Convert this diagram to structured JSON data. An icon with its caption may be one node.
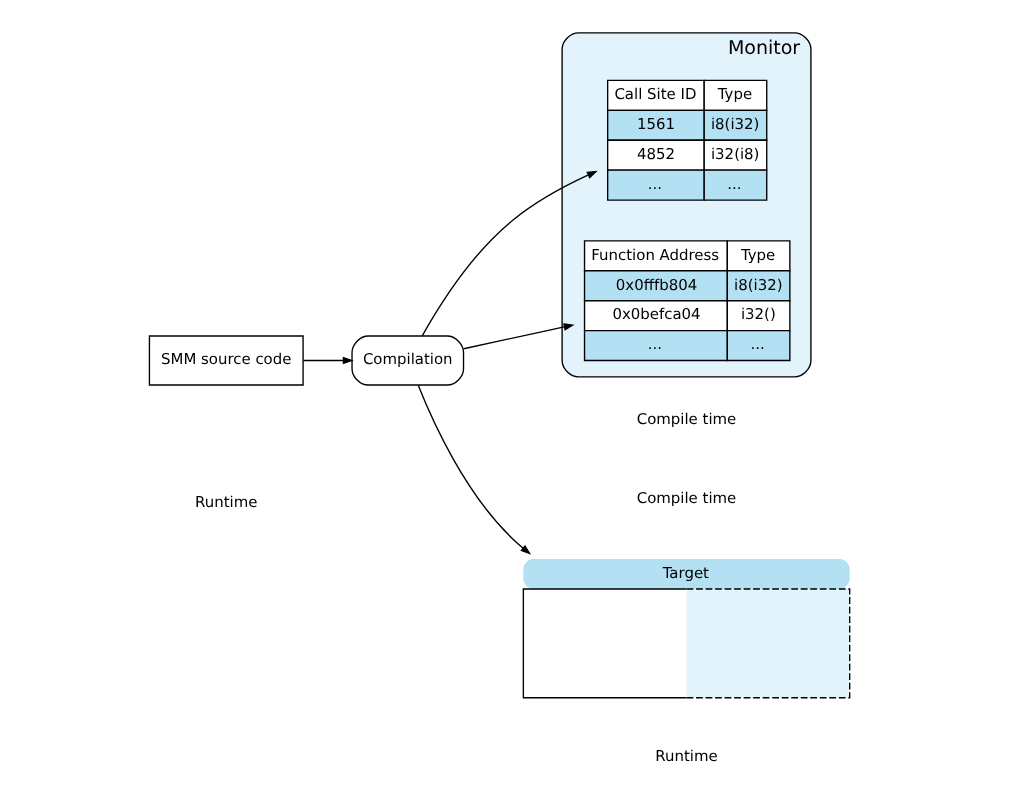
{
  "diagram": {
    "nodes": [
      {
        "text": [
          "SMM source code"
        ]
      },
      {
        "text": [
          "Compilation"
        ]
      },
      {
        "text": [
          "Target"
        ]
      },
      {
        "text": [
          "Monitor"
        ]
      },
      {
        "text": [
          "Call Site ID",
          "Type",
          "1561",
          "i8(i32)",
          "4852",
          "i32(i8)",
          "...",
          "..."
        ],
        "in": 3
      },
      {
        "text": [
          "Function Address",
          "Type",
          "0x0fffb804",
          "i8(i32)",
          "0x0befca04",
          "i32()",
          "...",
          "..."
        ],
        "in": 3
      }
    ],
    "edges": [
      {
        "from": 0,
        "to": 1,
        "arrow": "to"
      },
      {
        "from": 1,
        "to": 2,
        "arrow": "to"
      },
      {
        "from": 1,
        "to": 4,
        "arrow": "to"
      },
      {
        "from": 1,
        "to": 5,
        "arrow": "to"
      }
    ],
    "labels": [
      "Compile time",
      "Runtime",
      "Compile time",
      "Runtime"
    ]
  }
}
